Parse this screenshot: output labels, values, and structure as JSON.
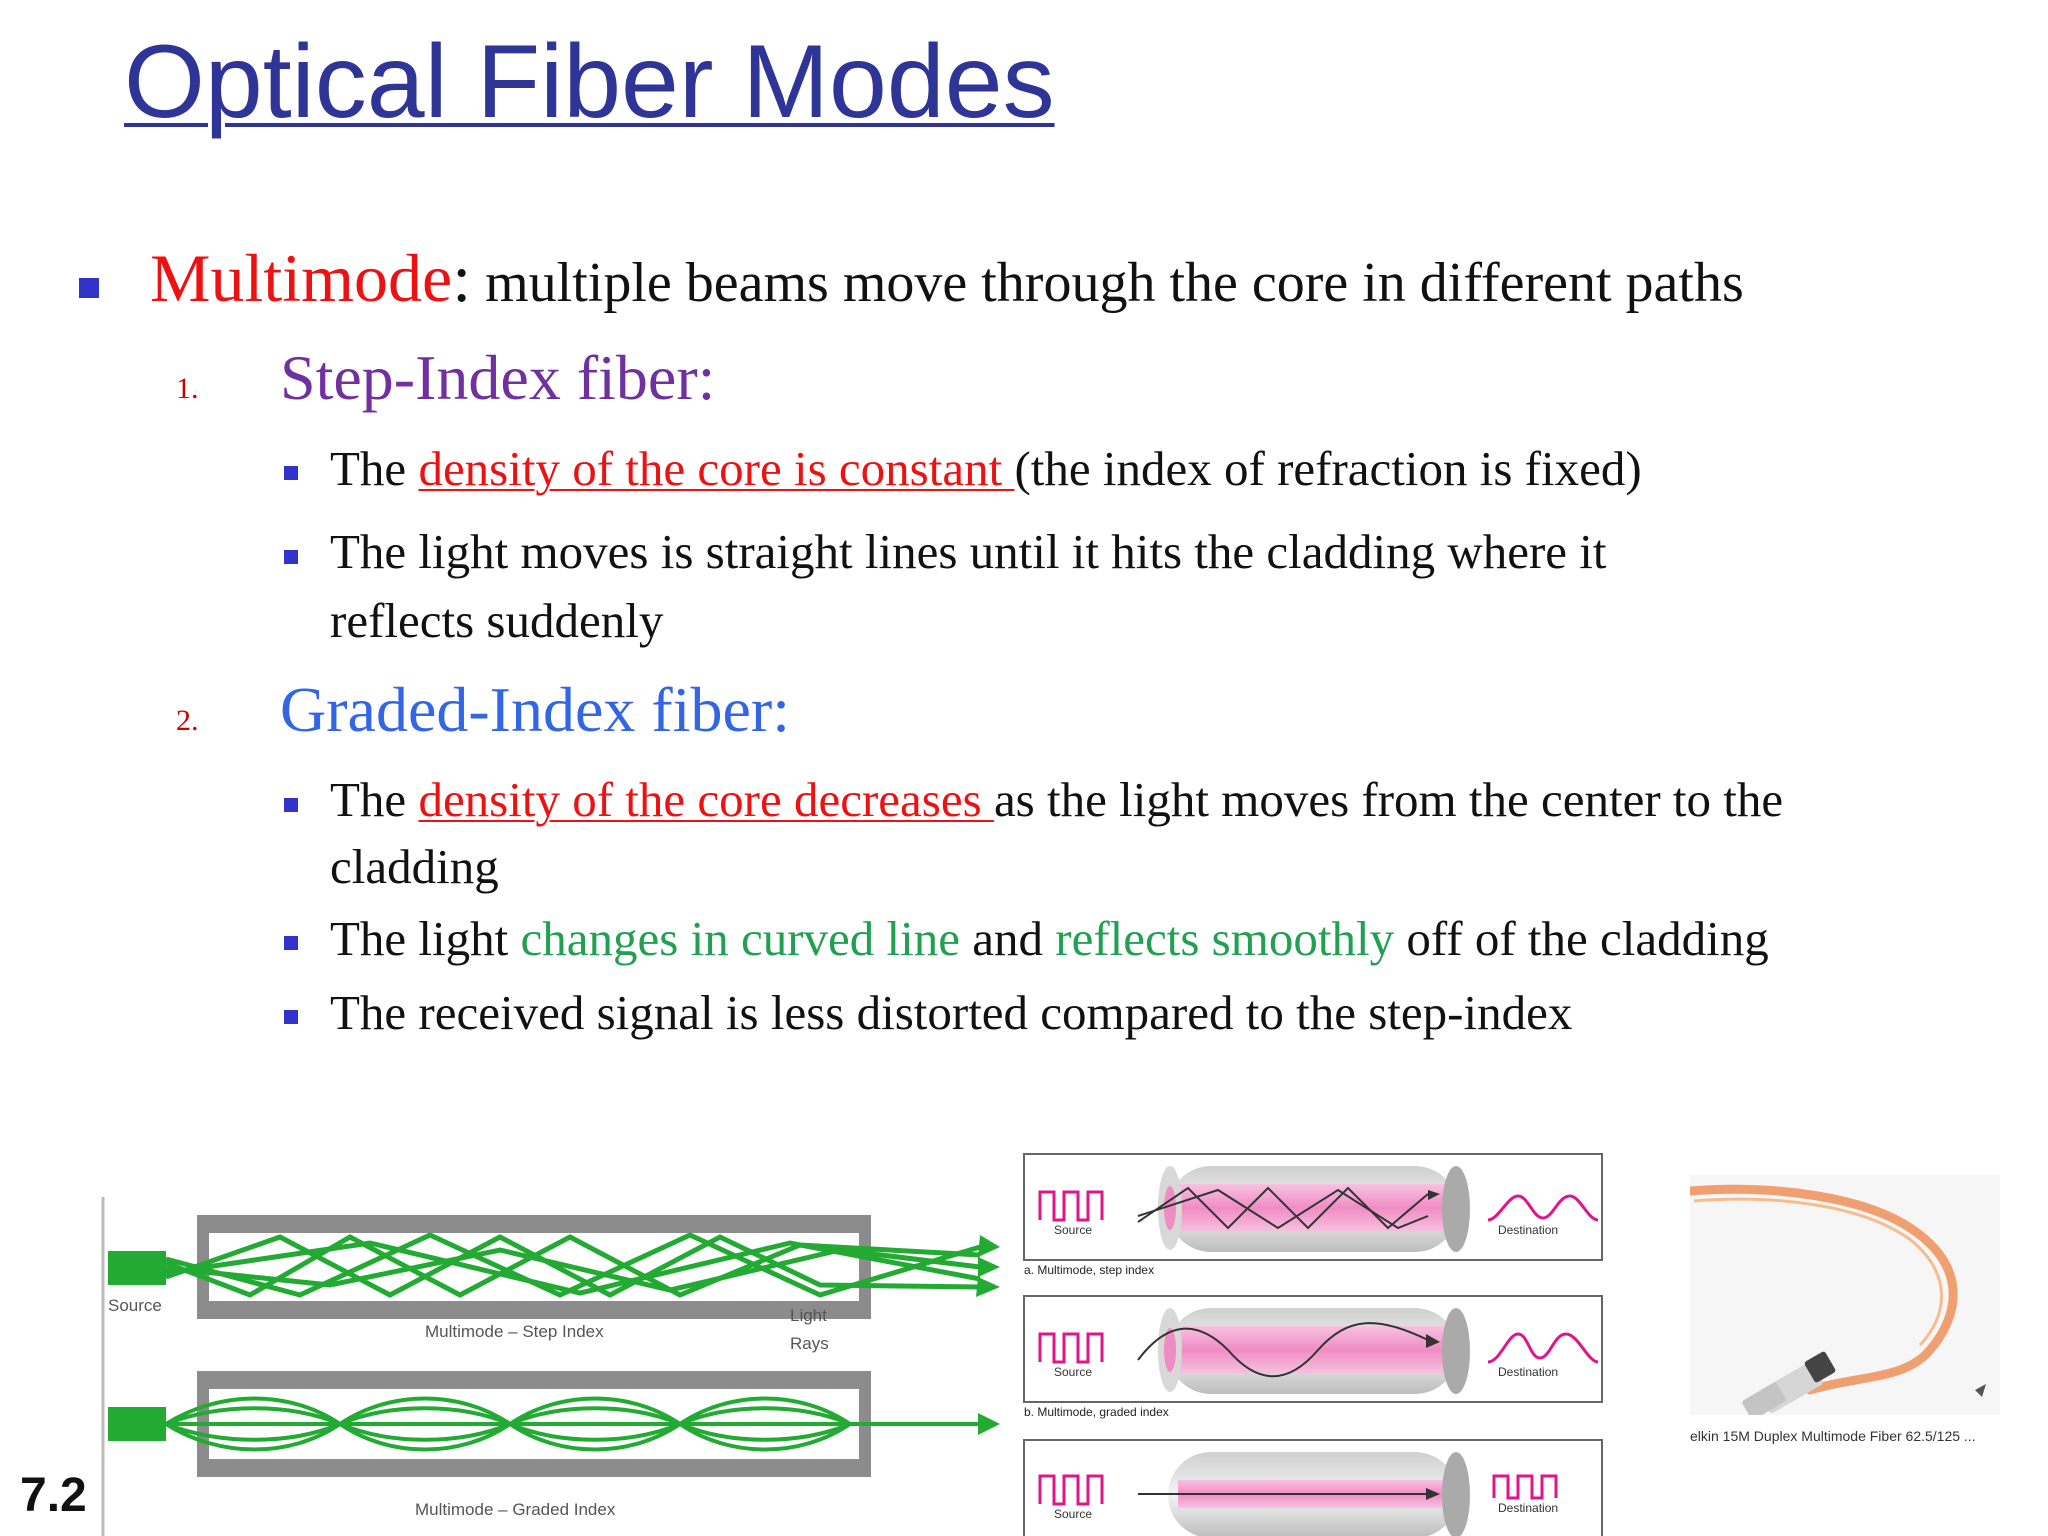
{
  "title": "Optical Fiber Modes",
  "bullet_main": {
    "term": "Multimode",
    "colon": ":",
    "text": " multiple beams move through the core in different paths"
  },
  "step_index": {
    "number": "1.",
    "heading": "Step-Index fiber:",
    "b1_pre": "The ",
    "b1_red": "density of the core is constant ",
    "b1_post": "(the index of refraction is fixed)",
    "b2_line1": "The light moves is straight lines until it hits the cladding where it",
    "b2_line2": "reflects suddenly"
  },
  "graded_index": {
    "number": "2.",
    "heading": "Graded-Index fiber:",
    "b1_pre": "The ",
    "b1_red": "density of the core decreases ",
    "b1_post": "as the light moves from the center to the",
    "b1_line2": "cladding",
    "b2_pre": "The light ",
    "b2_green1": "changes in curved line",
    "b2_mid": " and ",
    "b2_green2": "reflects smoothly",
    "b2_post": " off of the cladding",
    "b3": "The received signal is less distorted compared to the step-index"
  },
  "left_diagram": {
    "source_label": "Source",
    "step_label": "Multimode – Step Index",
    "graded_label": "Multimode – Graded Index",
    "light_rays_1": "Light",
    "light_rays_2": "Rays"
  },
  "middle_diagram": {
    "source_label": "Source",
    "destination_label": "Destination",
    "caption_a": "a. Multimode, step index",
    "caption_b": "b. Multimode, graded index"
  },
  "cable_caption": "elkin 15M Duplex Multimode Fiber 62.5/125 ...",
  "slide_number": "7.2",
  "colors": {
    "title": "#2f3597",
    "bullet": "#3333cc",
    "red": "#ee1111",
    "green": "#20a050",
    "purple": "#7030a0",
    "blue": "#3366e6",
    "diagram_green": "#22aa33",
    "cladding_gray": "#888888",
    "core_pink": "#f2a8d0",
    "signal_pink": "#e0148c",
    "cable_orange": "#f0a070"
  }
}
